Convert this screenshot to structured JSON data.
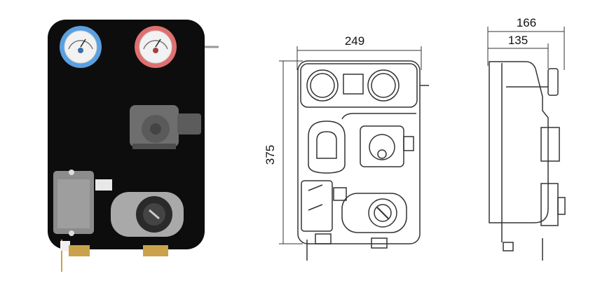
{
  "figure": {
    "front_view": {
      "dims": {
        "width": "249",
        "height": "375"
      }
    },
    "side_view": {
      "dims": {
        "depth_total": "166",
        "depth_body": "135"
      }
    },
    "colors": {
      "housing": "#0d0d0d",
      "gauge_cold": "#5aa0e0",
      "gauge_hot": "#e07070",
      "pump": "#6e6e6e",
      "actuator": "#a9a9a9",
      "brass": "#c9a24a",
      "line": "#333333"
    },
    "icons": [
      "thermometer-gauge-icon",
      "circulation-pump-icon",
      "mixing-valve-actuator-icon",
      "controller-box-icon"
    ]
  }
}
